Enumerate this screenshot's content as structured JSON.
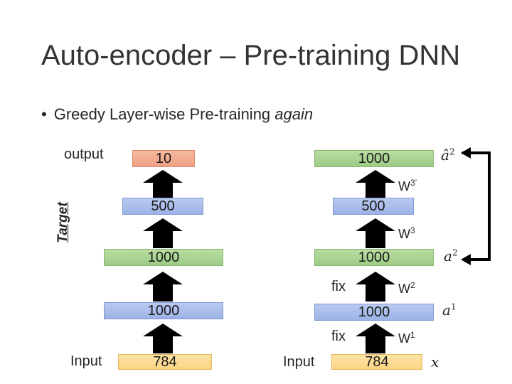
{
  "slide": {
    "title": "Auto-encoder – Pre-training DNN",
    "bullet": "Greedy Layer-wise Pre-training",
    "bullet_emphasis": "again",
    "target_label": "Target"
  },
  "left_network": {
    "output_label": "output",
    "input_label": "Input",
    "layers": {
      "output": "10",
      "hidden3": "500",
      "hidden2": "1000",
      "hidden1": "1000",
      "input": "784"
    }
  },
  "right_network": {
    "input_label": "Input",
    "layers": {
      "reconstruction": "1000",
      "hidden3": "500",
      "hidden2": "1000",
      "hidden1": "1000",
      "input": "784"
    },
    "weights": {
      "w3_prime": "W",
      "w3_prime_sup": "3’",
      "w3": "W",
      "w3_sup": "3",
      "w2": "W",
      "w2_sup": "2",
      "w1": "W",
      "w1_sup": "1"
    },
    "fix_labels": [
      "fix",
      "fix"
    ],
    "symbols": {
      "a2_hat_base": "â",
      "a2_hat_sup": "2",
      "a2_base": "a",
      "a2_sup": "2",
      "a1_base": "a",
      "a1_sup": "1",
      "x": "x"
    }
  },
  "colors": {
    "green_layer": "#9dcc85",
    "blue_layer": "#9db3e6",
    "red_layer": "#f0a184",
    "yellow_layer": "#fbd584",
    "arrow": "#000000"
  }
}
